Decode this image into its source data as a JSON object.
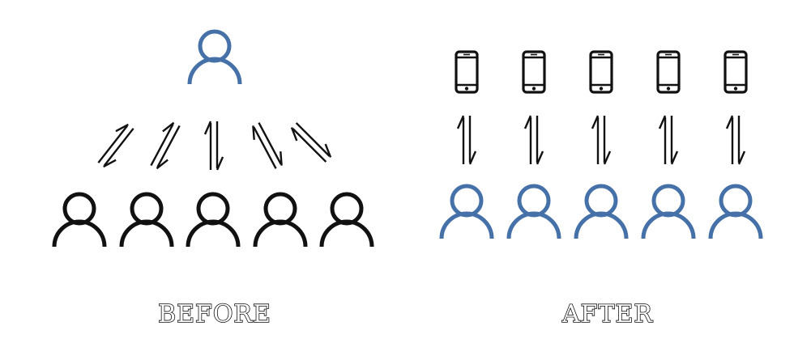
{
  "before": {
    "label": "BEFORE",
    "top_person_icon": "person-icon",
    "arrow_icon": "two-way-arrow-icon",
    "bottom_people_count": 5,
    "person_icon": "person-icon"
  },
  "after": {
    "label": "AFTER",
    "device_icon": "smartphone-icon",
    "arrow_icon": "two-way-arrow-icon",
    "people_count": 5,
    "person_icon": "person-icon"
  },
  "colors": {
    "blue_person": "#4571a8",
    "black": "#111111"
  }
}
